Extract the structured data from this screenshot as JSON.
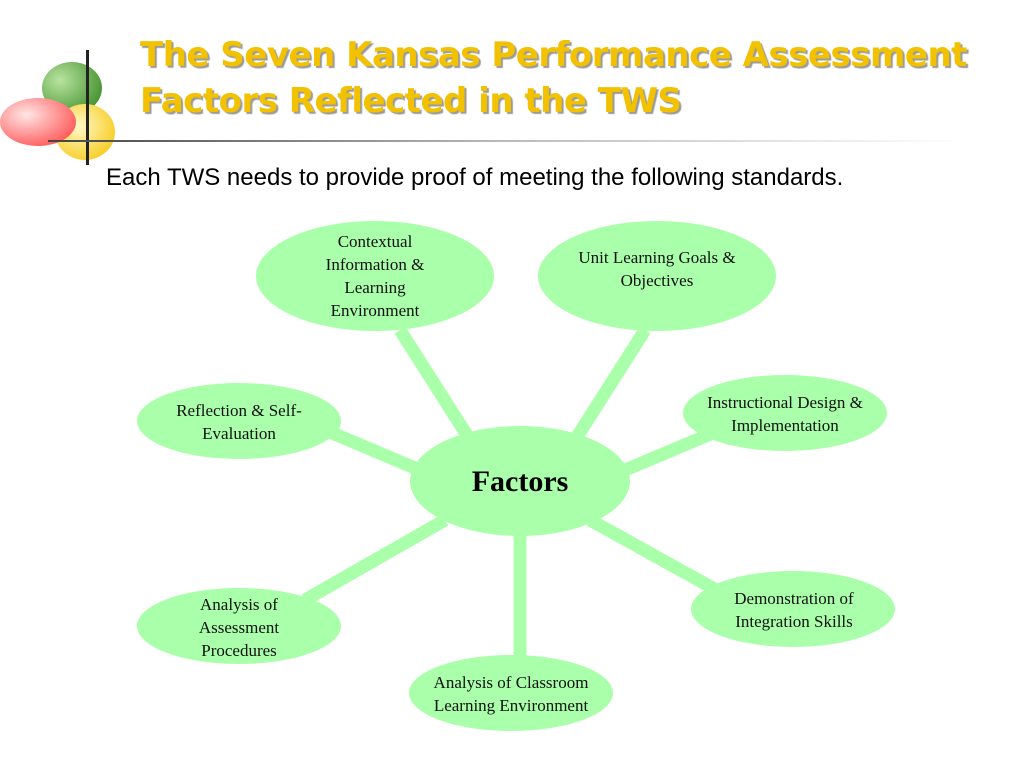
{
  "title": "The Seven Kansas Performance Assessment Factors Reflected in the TWS",
  "subtitle": "Each TWS needs to provide proof of meeting the following standards.",
  "diagram": {
    "center": "Factors",
    "nodes": [
      {
        "label": "Contextual Information & Learning Environment"
      },
      {
        "label": "Unit Learning Goals & Objectives"
      },
      {
        "label": "Instructional Design & Implementation"
      },
      {
        "label": "Demonstration of Integration Skills"
      },
      {
        "label": "Analysis of Classroom Learning Environment"
      },
      {
        "label": "Analysis of Assessment Procedures"
      },
      {
        "label": "Reflection & Self-Evaluation"
      }
    ],
    "colors": {
      "node_fill": "#aaffaa",
      "spoke": "#aaffaa",
      "title": "#f2c100"
    }
  }
}
